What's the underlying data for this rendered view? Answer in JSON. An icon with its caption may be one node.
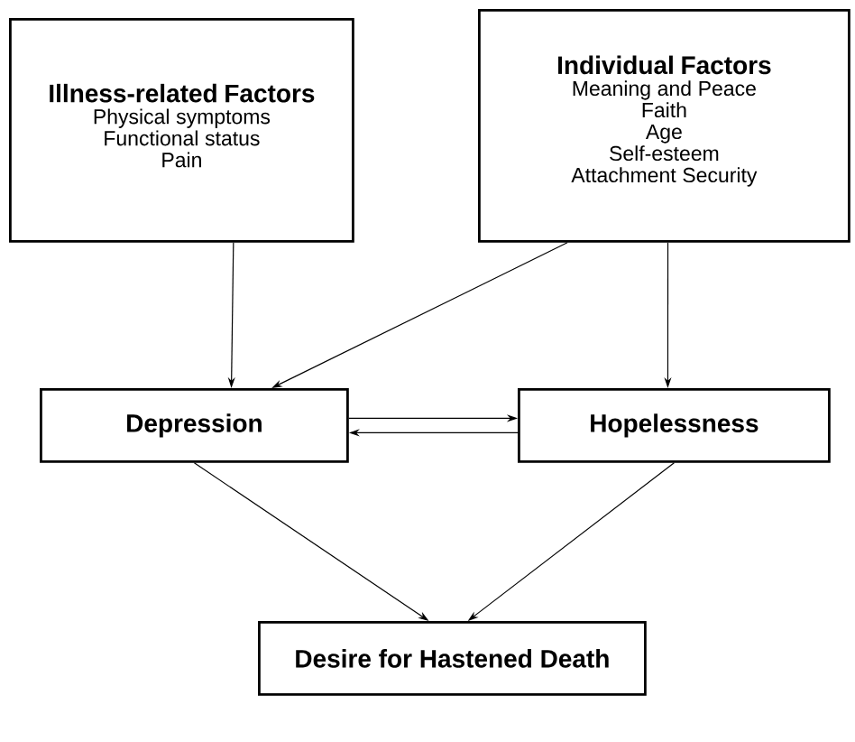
{
  "diagram": {
    "nodes": [
      {
        "text": [
          "Illness-related Factors",
          "Physical symptoms",
          "Functional status",
          "Pain"
        ]
      },
      {
        "text": [
          "Individual Factors",
          "Meaning and Peace",
          "Faith",
          "Age",
          "Self-esteem",
          "Attachment Security"
        ]
      },
      {
        "text": [
          "Depression"
        ]
      },
      {
        "text": [
          "Hopelessness"
        ]
      },
      {
        "text": [
          "Desire for Hastened Death"
        ]
      }
    ],
    "edges": [
      {
        "from": 0,
        "to": 2,
        "arrow": "to"
      },
      {
        "from": 1,
        "to": 2,
        "arrow": "to"
      },
      {
        "from": 1,
        "to": 3,
        "arrow": "to"
      },
      {
        "from": 2,
        "to": 3,
        "arrow": "to"
      },
      {
        "from": 3,
        "to": 2,
        "arrow": "to"
      },
      {
        "from": 2,
        "to": 4,
        "arrow": "to"
      },
      {
        "from": 3,
        "to": 4,
        "arrow": "to"
      }
    ]
  }
}
